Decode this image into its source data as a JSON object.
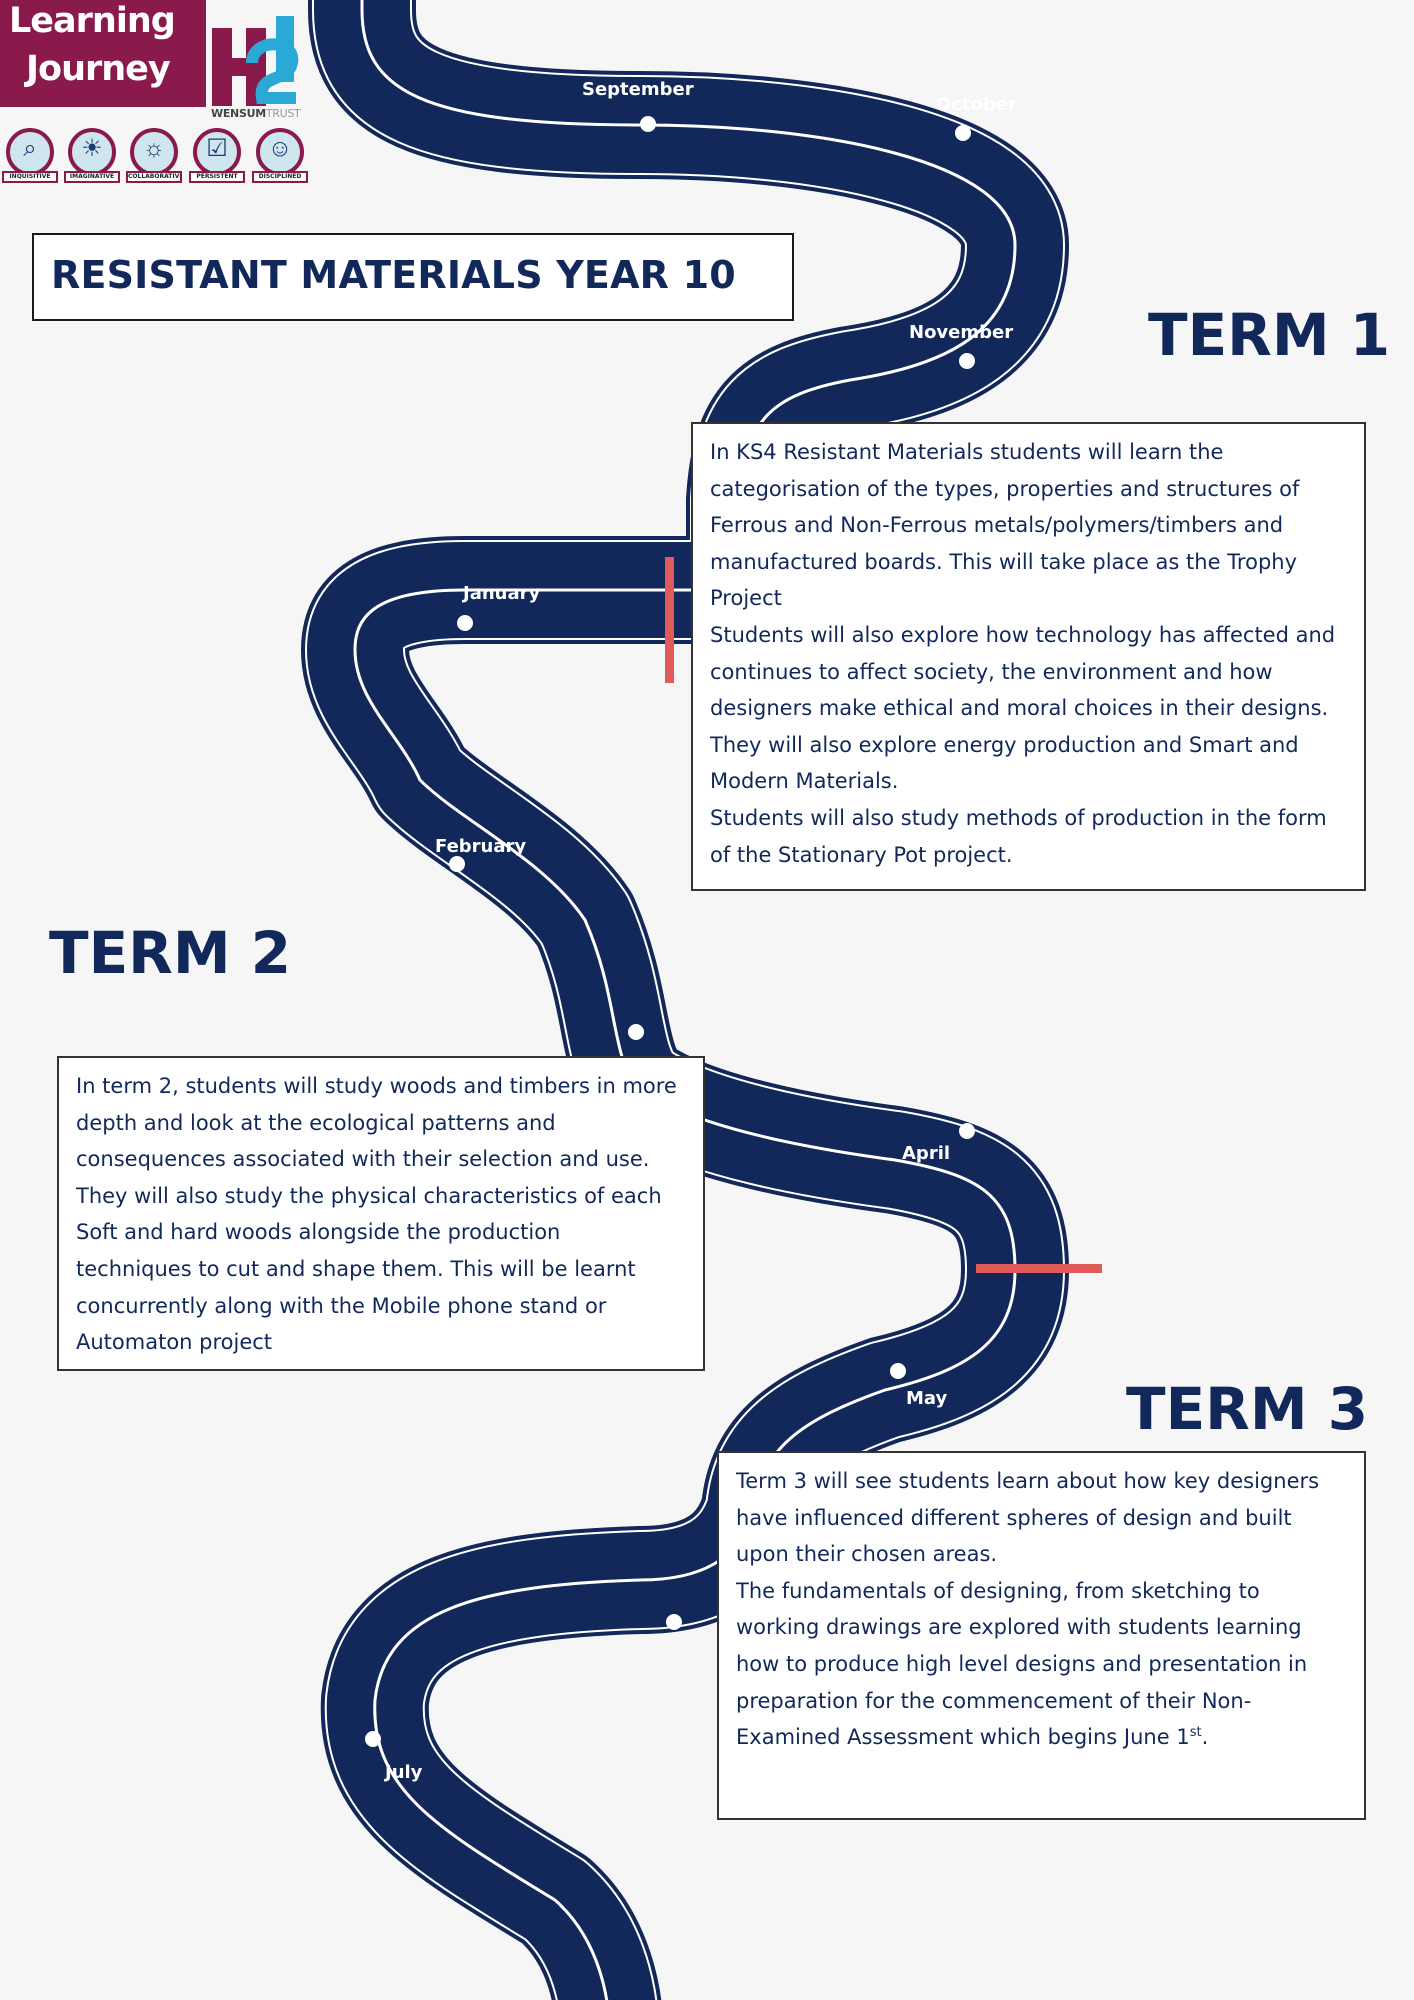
{
  "logo": {
    "line1": "Learning",
    "line2": "Journey",
    "trust_name": "WENSUM",
    "trust_suffix": "TRUST",
    "values": [
      "INQUISITIVE",
      "IMAGINATIVE",
      "COLLABORATIVE",
      "PERSISTENT",
      "DISCIPLINED"
    ]
  },
  "title": "RESISTANT MATERIALS YEAR 10",
  "months": {
    "september": "September",
    "october": "October",
    "november": "November",
    "january": "January",
    "february": "February",
    "april": "April",
    "may": "May",
    "july": "July"
  },
  "terms": {
    "term1": {
      "heading": "TERM 1",
      "text": "In KS4 Resistant Materials students will learn the\ncategorisation of the types, properties and structures of\nFerrous and Non-Ferrous metals/polymers/timbers and\nmanufactured boards. This will take place as the Trophy\nProject\nStudents will also explore how technology has affected and\ncontinues to affect society, the environment and how\ndesigners make ethical and moral choices in their designs.\nThey will also explore energy production and Smart and\nModern Materials.\nStudents will also study methods of production in the form\nof the Stationary Pot project."
    },
    "term2": {
      "heading": "TERM 2",
      "text": "In term 2, students will study woods and timbers in more\ndepth and look at the ecological patterns and\nconsequences associated with their selection and use.\nThey will also study the physical characteristics of each\nSoft and hard woods alongside the production\ntechniques to cut and shape them. This will be learnt\nconcurrently along with the Mobile phone stand or\nAutomaton project"
    },
    "term3": {
      "heading": "TERM 3",
      "text": "Term 3 will see students learn about how key designers\nhave influenced different spheres of design and built\nupon their chosen areas.\n The fundamentals of designing, from sketching to\nworking drawings are explored with students learning\nhow to produce high level designs and presentation in\npreparation for the commencement of their Non-\nExamined Assessment which begins June 1",
      "text_sup": "st",
      "text_end": "."
    }
  },
  "colors": {
    "road": "#12285a",
    "road_line": "#ffffff",
    "term_marker": "#e15a5a",
    "logo_bg": "#8a1a4c",
    "heading": "#12285a"
  },
  "icons": [
    "magnifier-icon",
    "lightbulb-head-icon",
    "group-icon",
    "checklist-icon",
    "brain-head-icon"
  ]
}
